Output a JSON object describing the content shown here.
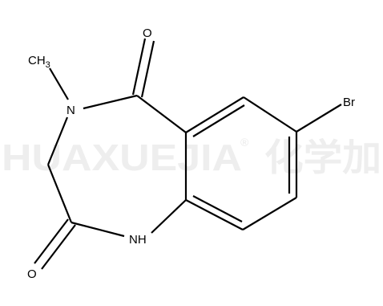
{
  "watermark": {
    "text": "HUAXUEJIA",
    "registered_mark": "®",
    "chinese": "化学加",
    "color": "#eeeeee"
  },
  "atoms": {
    "carbonyl_o_top": "O",
    "methyl_c": "CH",
    "methyl_subscript": "3",
    "n4": "N",
    "bromine": "Br",
    "n1": "NH",
    "carbonyl_o_bottom": "O"
  },
  "colors": {
    "bond": "#000000",
    "label": "#000000",
    "background": "#ffffff"
  }
}
